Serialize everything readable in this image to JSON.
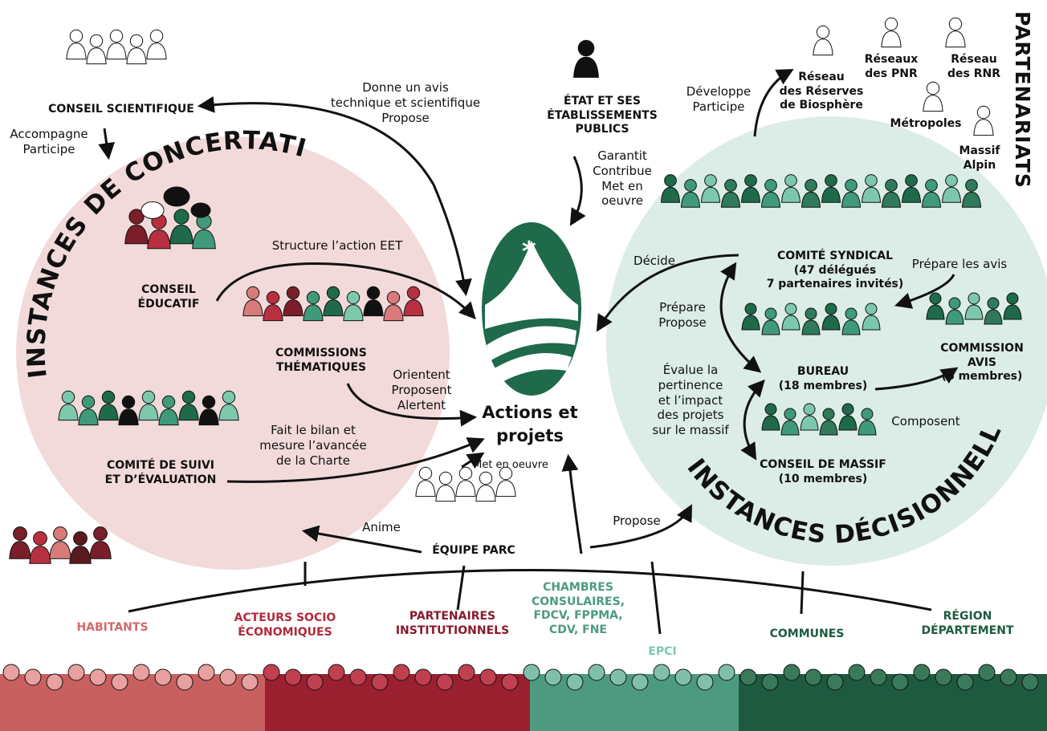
{
  "colors": {
    "concertation_bg": "#f2dada",
    "decision_bg": "#dcece6",
    "dark_green": "#1e6a4a",
    "mid_green": "#3f9a7a",
    "light_green": "#7cc8ad",
    "dark_red": "#7a1e2a",
    "red": "#b83040",
    "pink": "#d97a7a",
    "ink": "#111111"
  },
  "titles": {
    "concertation": "INSTANCES DE CONCERTATION",
    "decision": "INSTANCES DÉCISIONNELLES",
    "partenariats": "PARTENARIATS",
    "center": "Actions et projets"
  },
  "nodes": {
    "conseil_scientifique": "CONSEIL SCIENTIFIQUE",
    "etat_l1": "ÉTAT ET SES",
    "etat_l2": "ÉTABLISSEMENTS",
    "etat_l3": "PUBLICS",
    "conseil_educatif_l1": "CONSEIL",
    "conseil_educatif_l2": "ÉDUCATIF",
    "commissions_l1": "COMMISSIONS",
    "commissions_l2": "THÉMATIQUES",
    "comite_suivi_l1": "COMITÉ DE SUIVI",
    "comite_suivi_l2": "ET D’ÉVALUATION",
    "comite_syndical_l1": "COMITÉ SYNDICAL",
    "comite_syndical_l2": "(47 délégués",
    "comite_syndical_l3": "7 partenaires invités)",
    "bureau_l1": "BUREAU",
    "bureau_l2": "(18 membres)",
    "commission_avis_l1": "COMMISSION",
    "commission_avis_l2": "AVIS",
    "commission_avis_l3": "(6 membres)",
    "conseil_massif_l1": "CONSEIL DE MASSIF",
    "conseil_massif_l2": "(10 membres)",
    "equipe_parc": "ÉQUIPE PARC"
  },
  "partners": {
    "rrb_l1": "Réseau",
    "rrb_l2": "des Réserves",
    "rrb_l3": "de Biosphère",
    "pnr_l1": "Réseaux",
    "pnr_l2": "des PNR",
    "rnr_l1": "Réseau",
    "rnr_l2": "des RNR",
    "metropoles": "Métropoles",
    "massif_l1": "Massif",
    "massif_l2": "Alpin"
  },
  "arrow_labels": {
    "donne_l1": "Donne un avis",
    "donne_l2": "technique et scientifique",
    "donne_l3": "Propose",
    "accompagne_l1": "Accompagne",
    "accompagne_l2": "Participe",
    "garantit_l1": "Garantit",
    "garantit_l2": "Contribue",
    "garantit_l3": "Met en",
    "garantit_l4": "oeuvre",
    "developpe_l1": "Développe",
    "developpe_l2": "Participe",
    "structure": "Structure l’action EET",
    "orientent_l1": "Orientent",
    "orientent_l2": "Proposent",
    "orientent_l3": "Alertent",
    "bilan_l1": "Fait le bilan et",
    "bilan_l2": "mesure l’avancée",
    "bilan_l3": "de la Charte",
    "decide": "Décide",
    "prepare_avis": "Prépare les avis",
    "prepare_l1": "Prépare",
    "prepare_l2": "Propose",
    "evalue_l1": "Évalue la",
    "evalue_l2": "pertinence",
    "evalue_l3": "et l’impact",
    "evalue_l4": "des projets",
    "evalue_l5": "sur le massif",
    "composent": "Composent",
    "met_en_oeuvre": "Met en oeuvre",
    "anime": "Anime",
    "propose": "Propose"
  },
  "bottom_groups": {
    "habitants": "HABITANTS",
    "acteurs_l1": "ACTEURS SOCIO",
    "acteurs_l2": "ÉCONOMIQUES",
    "partenaires_l1": "PARTENAIRES",
    "partenaires_l2": "INSTITUTIONNELS",
    "chambres_l1": "CHAMBRES",
    "chambres_l2": "CONSULAIRES,",
    "chambres_l3": "FDCV, FPPMA,",
    "chambres_l4": "CDV, FNE",
    "epci": "EPCI",
    "communes": "COMMUNES",
    "region_l1": "RÉGION",
    "region_l2": "DÉPARTEMENT"
  },
  "icons": {
    "logo": "park-logo-icon",
    "people": "people-group-icon",
    "speech": "speech-bubble-icon",
    "person": "person-portrait-icon"
  }
}
